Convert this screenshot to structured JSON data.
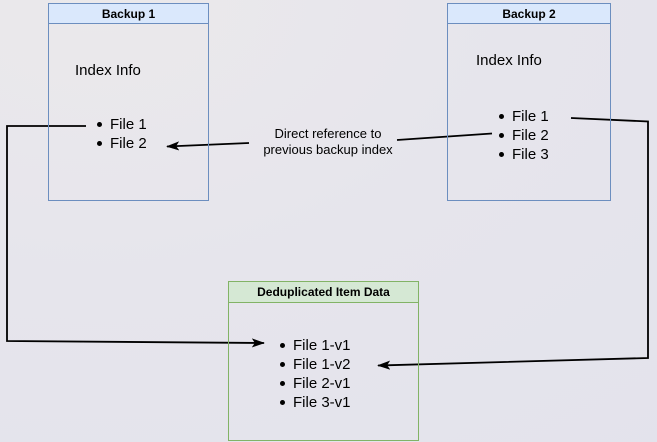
{
  "diagram": {
    "backup1": {
      "title": "Backup 1",
      "body_label": "Index Info",
      "files": [
        "File 1",
        "File 2"
      ]
    },
    "backup2": {
      "title": "Backup 2",
      "body_label": "Index Info",
      "files": [
        "File 1",
        "File 2",
        "File 3"
      ]
    },
    "dedup": {
      "title": "Deduplicated Item Data",
      "files": [
        "File 1-v1",
        "File 1-v2",
        "File 2-v1",
        "File 3-v1"
      ]
    },
    "edge_label": {
      "line1": "Direct reference to",
      "line2": "previous backup index"
    },
    "colors": {
      "backup_fill": "#dae8fc",
      "backup_border": "#6c8ebf",
      "dedup_fill": "#d5e8d4",
      "dedup_border": "#82b366",
      "connector": "#000000"
    }
  }
}
